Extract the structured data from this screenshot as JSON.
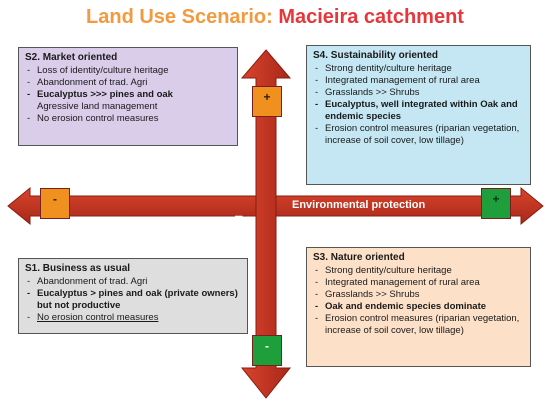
{
  "title": {
    "part1": "Land Use Scenario:",
    "part2": "Macieira catchment"
  },
  "axes": {
    "horizontal_label": "Environmental protection",
    "vertical_label": "Land profit"
  },
  "signs": {
    "top": "+",
    "left": "-",
    "right": "+",
    "bottom": "-"
  },
  "colors": {
    "arrow": "#c0331f",
    "title_orange": "#f39a3e",
    "title_red": "#e8373b"
  },
  "s2": {
    "heading": "S2. Market oriented",
    "items": [
      "Loss of identity/culture heritage",
      "Abandonment of trad. Agri",
      "Eucalyptus >>> pines and oak",
      "Agressive land management",
      "No erosion control measures"
    ]
  },
  "s4": {
    "heading": "S4. Sustainability oriented",
    "items": [
      "Strong dentity/culture heritage",
      "Integrated management of rural area",
      "Grasslands >> Shrubs",
      "Eucalyptus, well integrated within Oak and endemic species",
      "Erosion control measures (riparian vegetation, increase of soil cover, low tillage)"
    ]
  },
  "s1": {
    "heading": "S1. Business as usual",
    "items": [
      "Abandonment of trad. Agri",
      "Eucalyptus > pines and oak (private owners) but not productive",
      "No erosion control measures"
    ]
  },
  "s3": {
    "heading": "S3. Nature oriented",
    "items": [
      "Strong dentity/culture heritage",
      "Integrated management of rural area",
      "Grasslands >> Shrubs",
      "Oak and endemic species dominate",
      "Erosion control measures (riparian vegetation, increase of soil cover, low tillage)"
    ]
  }
}
